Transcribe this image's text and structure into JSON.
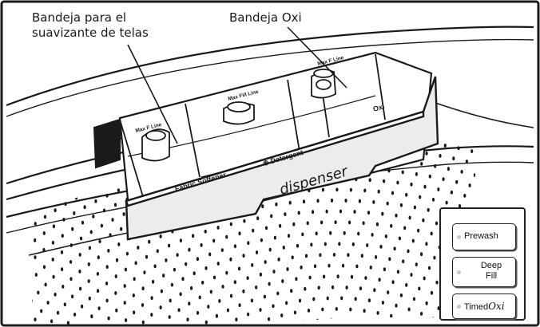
{
  "callouts": {
    "softener_line1": "Bandeja para el",
    "softener_line2": "suavizante de telas",
    "oxi": "Bandeja Oxi"
  },
  "tray": {
    "max_fill_line": "Max Fill Line",
    "max_fill_line_short_left": "Max F",
    "max_fill_line_short_left_suffix": "Line",
    "max_fill_line_short_right": "Max F",
    "max_fill_line_short_right_suffix": "Line",
    "fabric_softener": "Fabric Softener",
    "detergent": "Detergent",
    "oxi": "Oxi",
    "dispenser": "dispenser"
  },
  "control_panel": {
    "prewash": "Prewash",
    "deep_fill": "Deep Fill",
    "timed": "Timed",
    "timed_oxi": "Oxi"
  }
}
